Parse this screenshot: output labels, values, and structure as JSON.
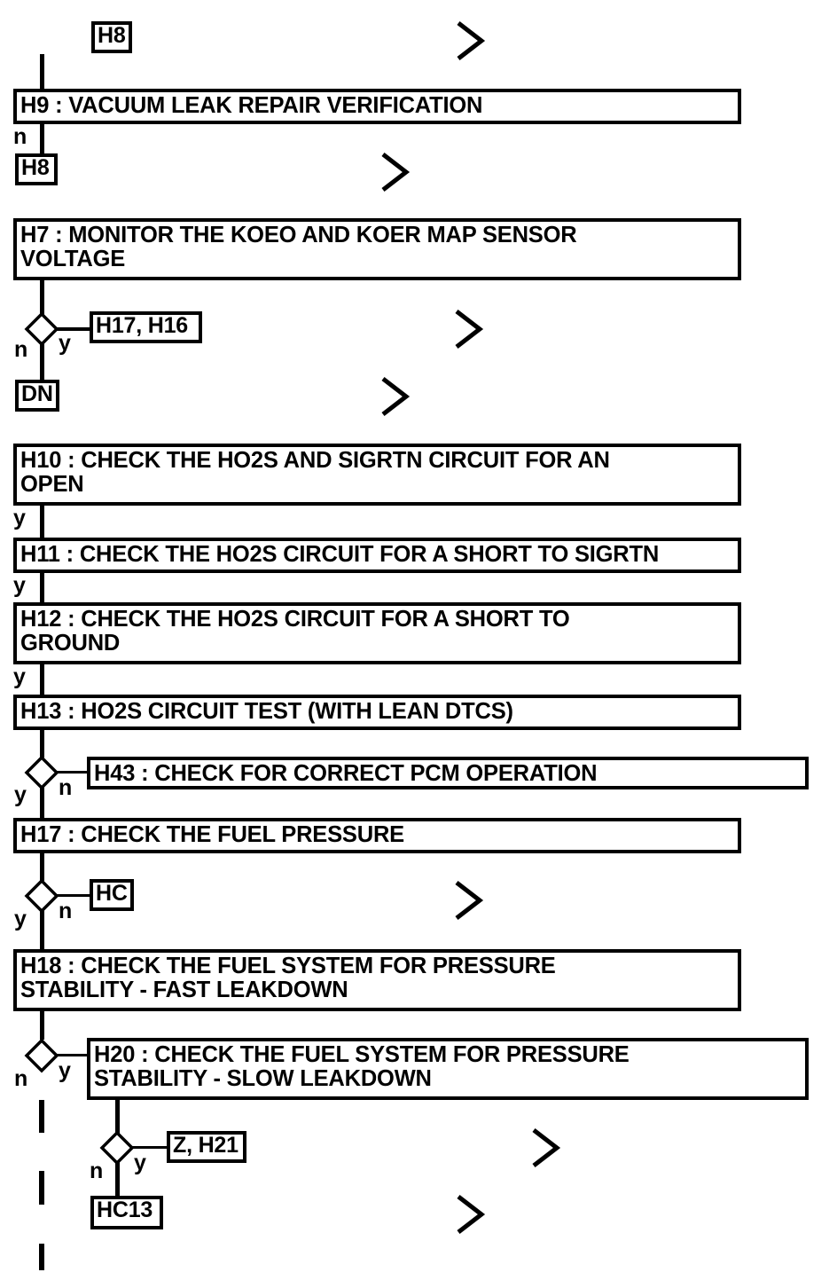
{
  "diagram": {
    "title": "Fuel / HO2S diagnostic flowchart continuation",
    "type": "flowchart",
    "line_color": "#000000",
    "background_color": "#ffffff",
    "nodes": [
      {
        "id": "n-h8-top",
        "kind": "connector",
        "label": "H8"
      },
      {
        "id": "n-h9",
        "kind": "process",
        "label": "H9 : VACUUM LEAK REPAIR VERIFICATION"
      },
      {
        "id": "n-h8-b",
        "kind": "connector",
        "label": "H8"
      },
      {
        "id": "n-h7",
        "kind": "process",
        "label": "H7 : MONITOR THE KOEO AND KOER MAP SENSOR\nVOLTAGE"
      },
      {
        "id": "n-h17h16",
        "kind": "connector",
        "label": "H17, H16"
      },
      {
        "id": "n-dn",
        "kind": "connector",
        "label": "DN"
      },
      {
        "id": "n-h10",
        "kind": "process",
        "label": "H10 : CHECK THE HO2S AND SIGRTN CIRCUIT FOR AN\nOPEN"
      },
      {
        "id": "n-h11",
        "kind": "process",
        "label": "H11 : CHECK THE HO2S CIRCUIT FOR A SHORT TO SIGRTN"
      },
      {
        "id": "n-h12",
        "kind": "process",
        "label": "H12 : CHECK THE HO2S CIRCUIT FOR A SHORT TO\nGROUND"
      },
      {
        "id": "n-h13",
        "kind": "process",
        "label": "H13 : HO2S CIRCUIT TEST (WITH LEAN DTCS)"
      },
      {
        "id": "n-h43",
        "kind": "process",
        "label": "H43 : CHECK FOR CORRECT PCM OPERATION"
      },
      {
        "id": "n-h17",
        "kind": "process",
        "label": "H17 : CHECK THE FUEL PRESSURE"
      },
      {
        "id": "n-hc",
        "kind": "connector",
        "label": "HC"
      },
      {
        "id": "n-h18",
        "kind": "process",
        "label": "H18 : CHECK THE FUEL SYSTEM FOR PRESSURE\nSTABILITY - FAST LEAKDOWN"
      },
      {
        "id": "n-h20",
        "kind": "process",
        "label": "H20 : CHECK THE FUEL SYSTEM FOR PRESSURE\nSTABILITY - SLOW LEAKDOWN"
      },
      {
        "id": "n-zh21",
        "kind": "connector",
        "label": "Z, H21"
      },
      {
        "id": "n-hc13",
        "kind": "connector",
        "label": "HC13"
      }
    ],
    "branch_labels": {
      "h9_no": "n",
      "h7_no": "n",
      "h7_yes": "y",
      "h10_yes": "y",
      "h11_yes": "y",
      "h12_yes": "y",
      "h13_yes": "y",
      "h13_no": "n",
      "h17_yes": "y",
      "h17_no": "n",
      "h18_no": "n",
      "h18_yes": "y",
      "h20_no": "n",
      "h20_yes": "y"
    },
    "chevrons": [
      {
        "name": "chevron-1"
      },
      {
        "name": "chevron-2"
      },
      {
        "name": "chevron-3"
      },
      {
        "name": "chevron-4"
      },
      {
        "name": "chevron-5"
      },
      {
        "name": "chevron-6"
      },
      {
        "name": "chevron-7"
      }
    ]
  }
}
